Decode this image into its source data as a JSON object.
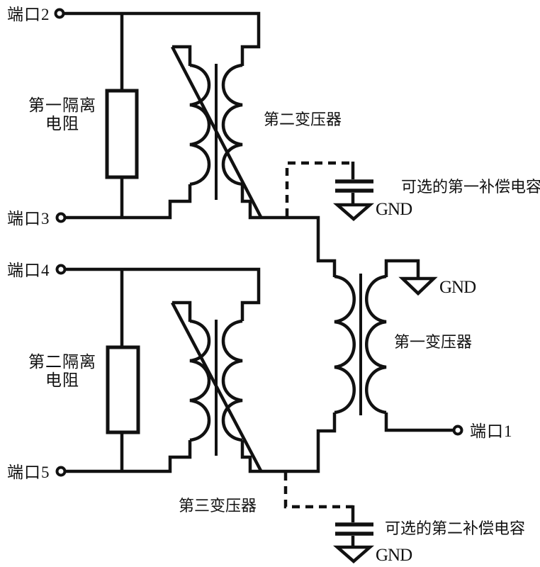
{
  "figure": {
    "background": "#ffffff",
    "ink": "#111111",
    "ports": {
      "port1": "端口1",
      "port2": "端口2",
      "port3": "端口3",
      "port4": "端口4",
      "port5": "端口5"
    },
    "resistors": {
      "r1_line1": "第一隔离",
      "r1_line2": "电阻",
      "r2_line1": "第二隔离",
      "r2_line2": "电阻"
    },
    "transformers": {
      "t1": "第一变压器",
      "t2": "第二变压器",
      "t3": "第三变压器"
    },
    "capacitors": {
      "cap1": "可选的第一补偿电容",
      "cap2": "可选的第二补偿电容"
    },
    "grounds": {
      "gnd1": "GND",
      "gnd2": "GND",
      "gnd3": "GND"
    }
  }
}
